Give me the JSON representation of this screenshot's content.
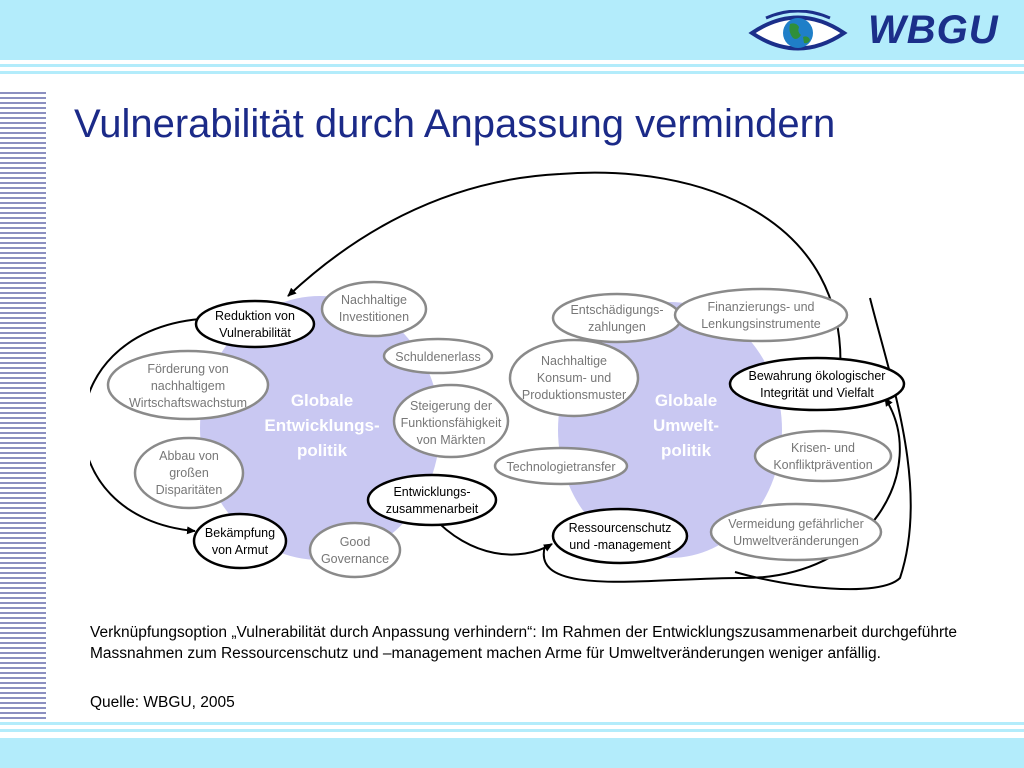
{
  "logo": {
    "text": "WBGU",
    "icon": "eye-globe-icon"
  },
  "title": "Vulnerabilität durch Anpassung vermindern",
  "diagram": {
    "left_cluster": {
      "line1": "Globale",
      "line2": "Entwicklungs-",
      "line3": "politik"
    },
    "right_cluster": {
      "line1": "Globale",
      "line2": "Umwelt-",
      "line3": "politik"
    },
    "nodes": {
      "reduktion": [
        "Reduktion von",
        "Vulnerabilität"
      ],
      "nachhaltige_investitionen": [
        "Nachhaltige",
        "Investitionen"
      ],
      "schuldenerlass": [
        "Schuldenerlass"
      ],
      "foerderung": [
        "Förderung von",
        "nachhaltigem",
        "Wirtschaftswachstum"
      ],
      "steigerung": [
        "Steigerung der",
        "Funktionsfähigkeit",
        "von Märkten"
      ],
      "abbau": [
        "Abbau von",
        "großen",
        "Disparitäten"
      ],
      "entwicklungszusammenarbeit": [
        "Entwicklungs-",
        "zusammenarbeit"
      ],
      "bekaempfung": [
        "Bekämpfung",
        "von Armut"
      ],
      "good_governance": [
        "Good",
        "Governance"
      ],
      "entschaedigung": [
        "Entschädigungs-",
        "zahlungen"
      ],
      "finanzierung": [
        "Finanzierungs- und",
        "Lenkungsinstrumente"
      ],
      "nachhaltige_konsum": [
        "Nachhaltige",
        "Konsum- und",
        "Produktionsmuster"
      ],
      "bewahrung": [
        "Bewahrung ökologischer",
        "Integrität und Vielfalt"
      ],
      "krisen": [
        "Krisen- und",
        "Konfliktprävention"
      ],
      "technologietransfer": [
        "Technologietransfer"
      ],
      "ressourcenschutz": [
        "Ressourcenschutz",
        "und -management"
      ],
      "vermeidung": [
        "Vermeidung gefährlicher",
        "Umweltveränderungen"
      ]
    }
  },
  "caption": "Verknüpfungsoption „Vulnerabilität durch Anpassung verhindern“: Im Rahmen der Entwicklungszusammenarbeit durchgeführte Massnahmen zum Ressourcenschutz und –management machen Arme für Umweltveränderungen weniger anfällig.",
  "source": "Quelle: WBGU, 2005",
  "colors": {
    "header_band": "#b3ecfb",
    "title": "#1b2a88",
    "cluster_fill": "#c9c8f2",
    "cluster_text": "#ffffff",
    "node_gray": "#8a8a8a",
    "node_dark": "#000000"
  }
}
